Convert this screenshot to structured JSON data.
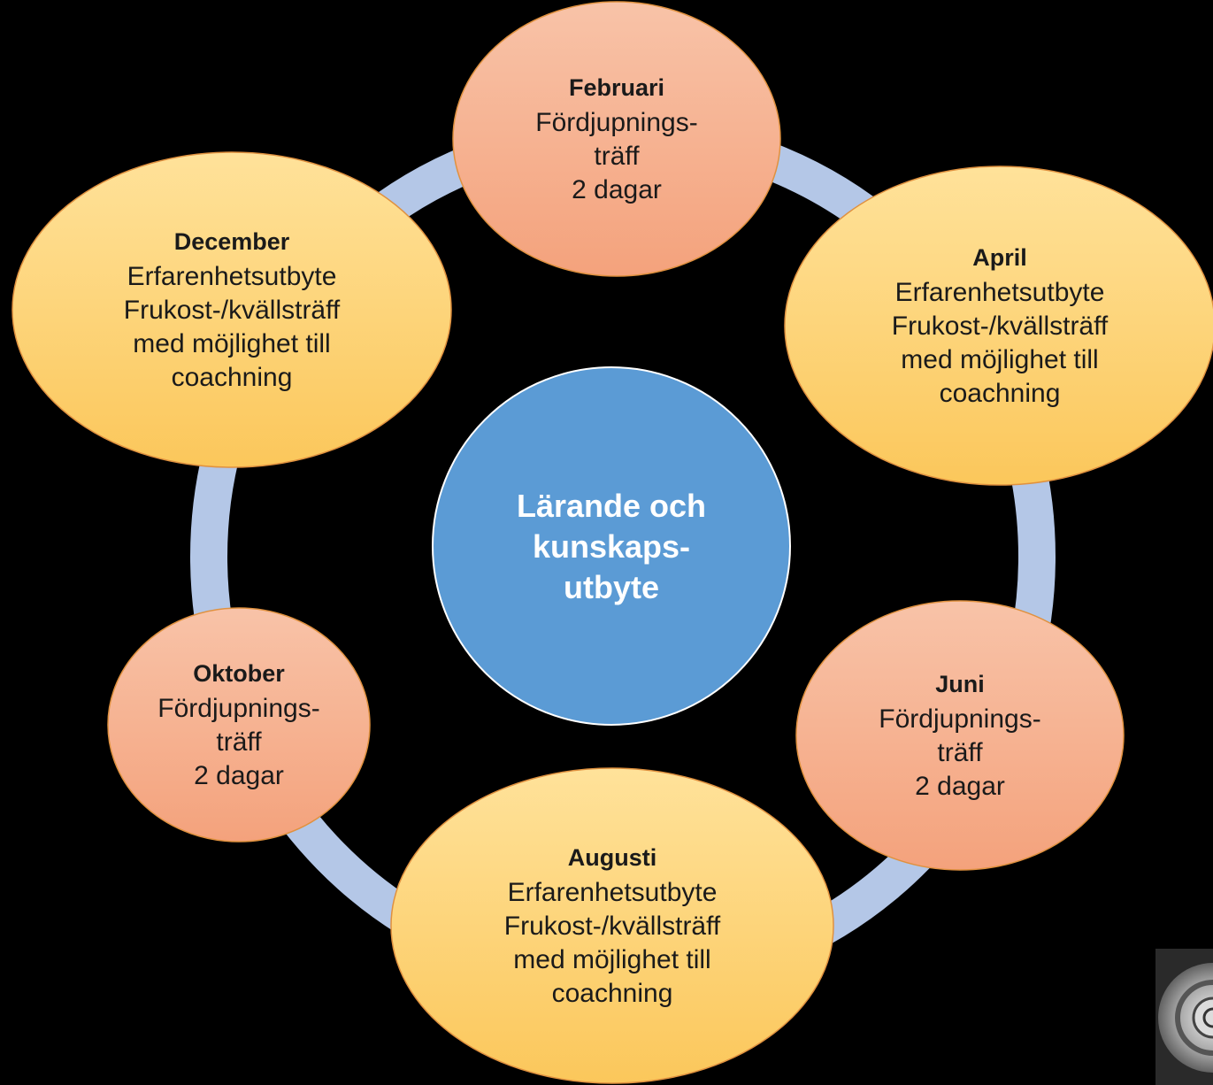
{
  "center": {
    "lines": [
      "Lärande och",
      "kunskaps-",
      "utbyte"
    ]
  },
  "nodes": [
    {
      "id": "februari",
      "month": "Februari",
      "lines": [
        "Fördjupnings-",
        "träff",
        "2 dagar"
      ],
      "kind": "fordjupning"
    },
    {
      "id": "april",
      "month": "April",
      "lines": [
        "Erfarenhetsutbyte",
        "Frukost-/kvällsträff",
        "med möjlighet till",
        "coachning"
      ],
      "kind": "erfarenhet"
    },
    {
      "id": "juni",
      "month": "Juni",
      "lines": [
        "Fördjupnings-",
        "träff",
        "2 dagar"
      ],
      "kind": "fordjupning"
    },
    {
      "id": "augusti",
      "month": "Augusti",
      "lines": [
        "Erfarenhetsutbyte",
        "Frukost-/kvällsträff",
        "med möjlighet till",
        "coachning"
      ],
      "kind": "erfarenhet"
    },
    {
      "id": "oktober",
      "month": "Oktober",
      "lines": [
        "Fördjupnings-",
        "träff",
        "2 dagar"
      ],
      "kind": "fordjupning"
    },
    {
      "id": "december",
      "month": "December",
      "lines": [
        "Erfarenhetsutbyte",
        "Frukost-/kvällsträff",
        "med möjlighet till",
        "coachning"
      ],
      "kind": "erfarenhet"
    }
  ],
  "colors": {
    "background": "#000000",
    "ring": "#b4c7e7",
    "center_fill": "#5b9bd5",
    "fordjupning_top": "#f8c3a8",
    "fordjupning_bottom": "#f4a27c",
    "erfarenhet_top": "#ffe29a",
    "erfarenhet_bottom": "#fbc75b",
    "node_stroke": "#e0913f"
  },
  "icons": {
    "corner": "turbine-engine-icon"
  }
}
